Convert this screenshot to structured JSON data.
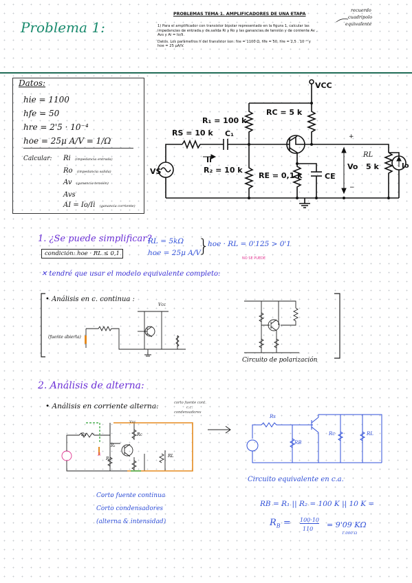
{
  "header": {
    "problem_title": "Problema 1:",
    "sheet_title": "PROBLEMAS TEMA 1. AMPLIFICADORES DE UNA ETAPA",
    "statement_lines": [
      "1) Para el amplificador con transistor bipolar representado en la figura 1, calcular las",
      "impedancias de entrada y de salida Ri y Ro y las ganancias de tensión y de corriente Av ,",
      "Avs y Ai = Io/Ii."
    ],
    "data_lines": [
      "Datos.  Los  parámetros  h  del  transistor  son:  hie = 1100 Ω,  hfe = 50,  hre = 2,5 . 10⁻⁴  y",
      "hoe = 25 μA/V."
    ],
    "margin_note": [
      "recuerdo",
      "cuadripolo",
      "equivalente"
    ]
  },
  "datos": {
    "heading": "Datos:",
    "lines": [
      "hie = 1100",
      "hfe = 50",
      "hre = 2'5 · 10⁻⁴",
      "hoe = 25μ A/V  =  1/Ω"
    ],
    "calcular_label": "Calcular:",
    "calc": [
      {
        "sym": "Ri",
        "desc": "(impedancia entrada)"
      },
      {
        "sym": "Ro",
        "desc": "(impedancia salida)"
      },
      {
        "sym": "Av",
        "desc": "(ganancia tensión)"
      },
      {
        "sym": "Avs",
        "desc": ""
      },
      {
        "sym": "AI = Io/Ii",
        "desc": "(ganancia corriente)"
      }
    ]
  },
  "circuit1": {
    "vcc": "VCC",
    "r1": "R₁ = 100 k",
    "rc": "RC = 5 k",
    "rs": "RS = 10 k",
    "c1": "C₁",
    "ii": "Ii",
    "r2": "R₂ = 10 k",
    "re": "RE = 0,1 k",
    "ce": "CE",
    "vs": "VS",
    "vo": "Vo",
    "rl": "RL",
    "rl_val": "5 k",
    "io": "Io",
    "plus": "+",
    "minus": "−"
  },
  "section1": {
    "heading": "1. ¿Se puede simplificar?",
    "condition": "condición: hoe · RL ≤ 0,1",
    "rl": "RL = 5kΩ",
    "hoe": "hoe = 25μ A/V",
    "product": "hoe · RL = 0'125 > 0'1",
    "no_se_puede": "NO SE PUEDE",
    "conclusion": "✕  tendré que usar el modelo equivalente completo:",
    "dc_heading": "• Análisis en c. continua :",
    "dc_vcc": "Vcc",
    "fuente_abierta": "(fuente abierta)",
    "polarizacion": "Circuito de polarización"
  },
  "section2": {
    "heading": "2. Análisis de alterna:",
    "ac_heading": "• Análisis en corriente alterna:",
    "note_corto": [
      "corto fuente cont.",
      "c.c.",
      "condensadores"
    ],
    "labels": {
      "rs": "Rs",
      "r1": "R₁",
      "r2": "R₂",
      "rc": "Rc",
      "rl": "RL",
      "vcc": "Vcc",
      "ii": "Ii"
    },
    "notes": [
      "Corto fuente continua",
      "Corto condensadores",
      "(alterna & intensidad)"
    ],
    "equiv": {
      "rs": "Rs",
      "rb": "RB",
      "rc": "Rc",
      "rl": "RL"
    },
    "equiv_caption": "Circuito equivalente en c.a.",
    "rb_eq": "RB = R₁ || R₂  =  100 K || 10 K  =",
    "rb_frac_num": "100·10",
    "rb_frac_den": "110",
    "rb_result": "= 9'09 KΩ",
    "rb_small": "1.000 Ω"
  }
}
